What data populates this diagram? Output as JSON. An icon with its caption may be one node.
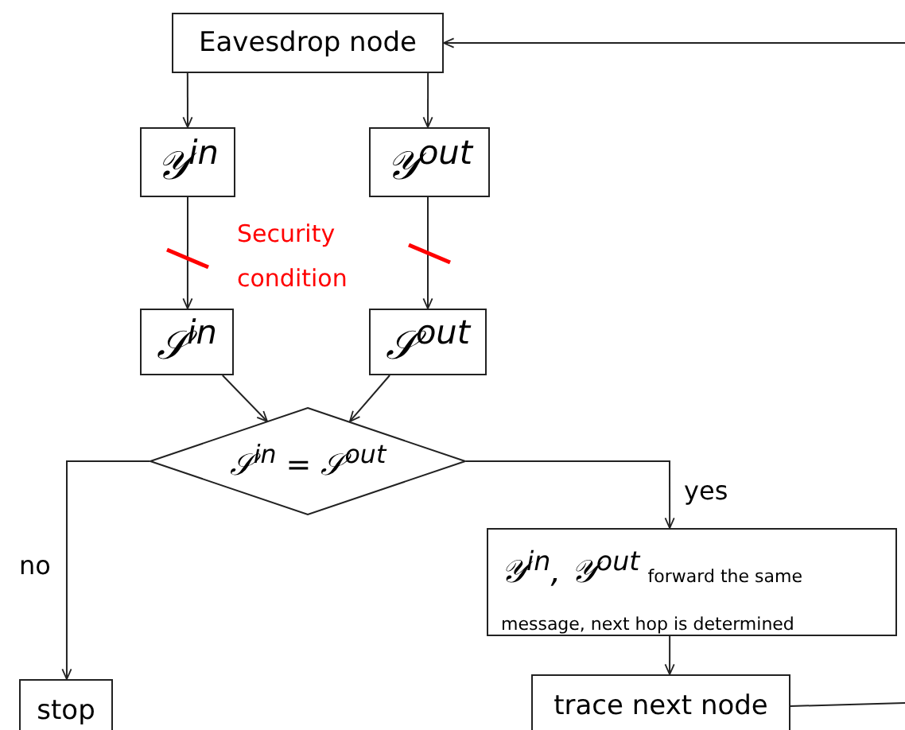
{
  "diagram": {
    "nodes": [
      {
        "text": [
          "Eavesdrop node"
        ]
      },
      {
        "text": [
          "𝒴$^{in}$"
        ]
      },
      {
        "text": [
          "𝒴$^{out}$"
        ]
      },
      {
        "text": [
          "𝒮$^{in}$"
        ]
      },
      {
        "text": [
          "𝒮$^{out}$"
        ]
      },
      {
        "text": [
          "𝒮$^{in}$ = 𝒮$^{out}$"
        ]
      },
      {
        "text": [
          "𝒴$^{in}$, 𝒴$^{out}$",
          "forward the same message, next hop is determined"
        ]
      },
      {
        "text": [
          "stop"
        ]
      },
      {
        "text": [
          "trace next node"
        ]
      }
    ],
    "edges": [
      {
        "from": 0,
        "to": 1,
        "arrow": "to"
      },
      {
        "from": 0,
        "to": 2,
        "arrow": "to"
      },
      {
        "from": 1,
        "to": 3,
        "arrow": "to"
      },
      {
        "from": 2,
        "to": 4,
        "arrow": "to"
      },
      {
        "from": 3,
        "to": 5,
        "arrow": "to"
      },
      {
        "from": 4,
        "to": 5,
        "arrow": "to"
      },
      {
        "from": 5,
        "to": 7,
        "arrow": "to",
        "label": "no"
      },
      {
        "from": 5,
        "to": 6,
        "arrow": "to",
        "label": "yes"
      },
      {
        "from": 6,
        "to": 8,
        "arrow": "to"
      },
      {
        "from": 8,
        "to": null,
        "arrow": "none"
      },
      {
        "from": null,
        "to": 0,
        "arrow": "to"
      }
    ],
    "labels": [
      "Security condition"
    ]
  }
}
